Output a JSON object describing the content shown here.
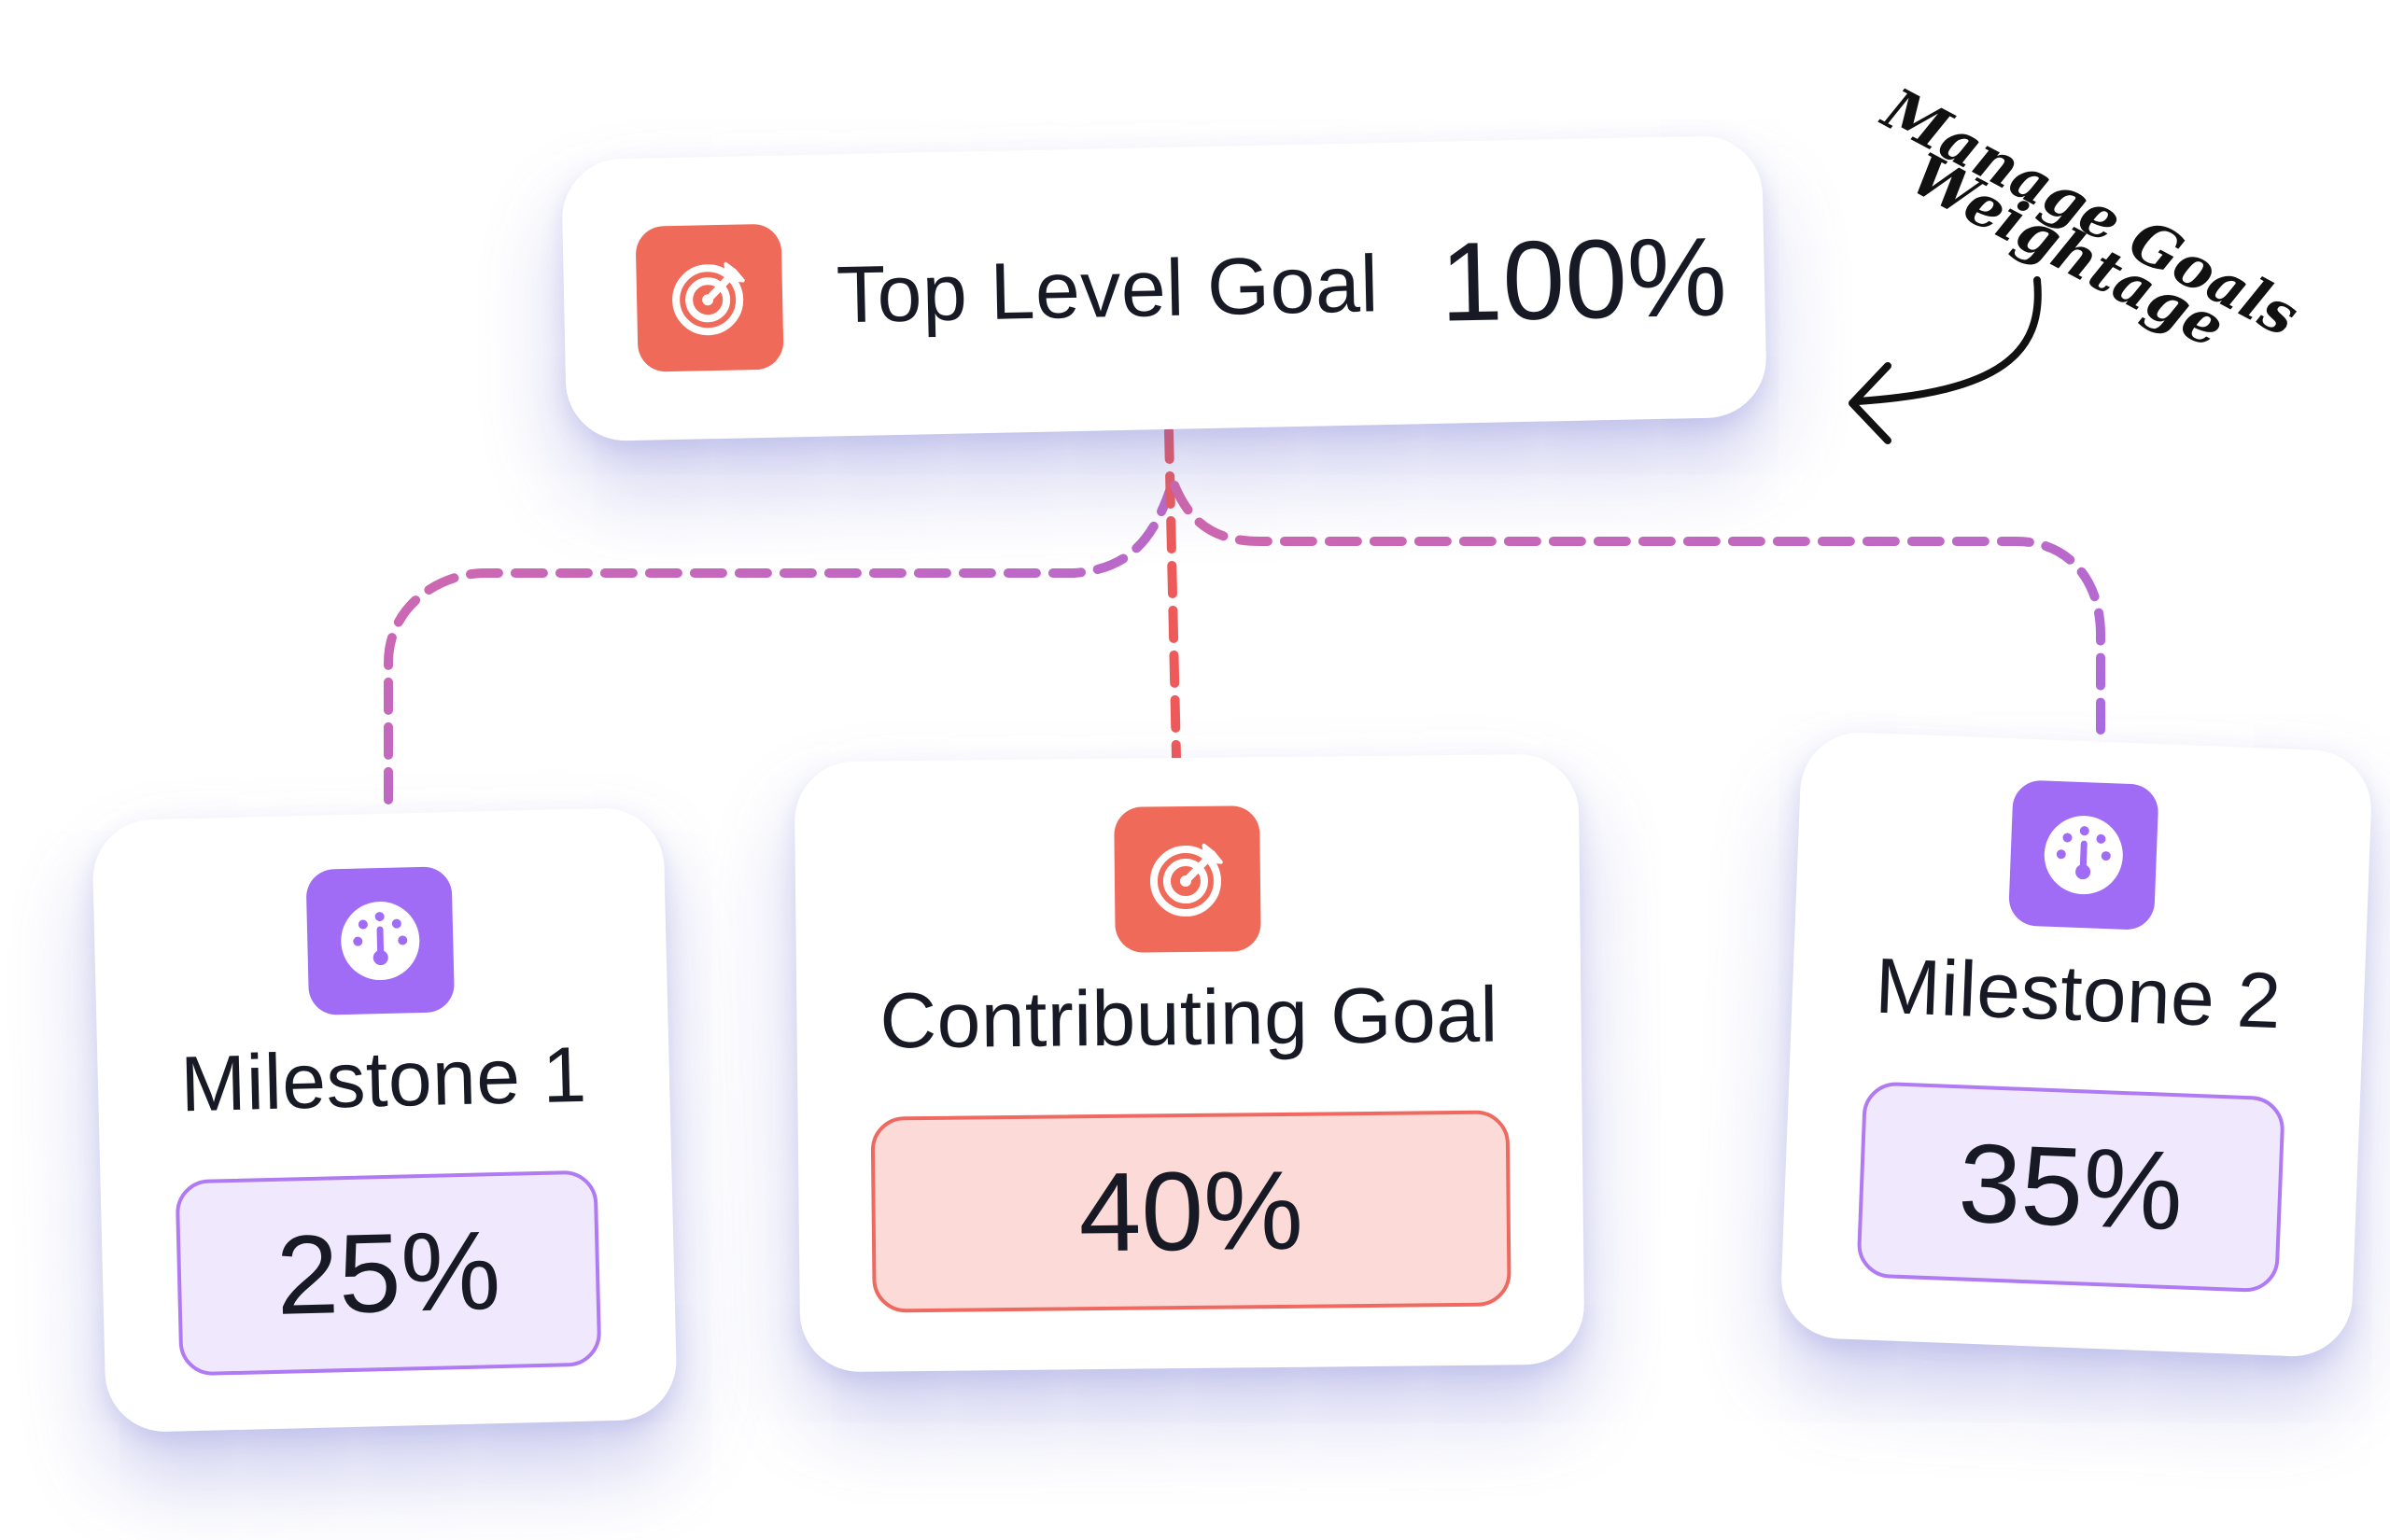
{
  "top_goal": {
    "label": "Top Level Goal",
    "value": "100%",
    "icon": "target-icon",
    "color": "#f06a5a"
  },
  "children": [
    {
      "id": "milestone-1",
      "title": "Milestone 1",
      "value": "25%",
      "icon": "gauge-icon",
      "color": "#a06cf5"
    },
    {
      "id": "contributing-goal",
      "title": "Contributing Goal",
      "value": "40%",
      "icon": "target-icon",
      "color": "#f06a5a"
    },
    {
      "id": "milestone-2",
      "title": "Milestone 2",
      "value": "35%",
      "icon": "gauge-icon",
      "color": "#a06cf5"
    }
  ],
  "annotation": {
    "line1": "Manage Goals",
    "line2": "Weightage"
  },
  "colors": {
    "connector_purple": "#a96be0",
    "connector_pink": "#d466a8",
    "connector_red": "#ee5a5a"
  }
}
